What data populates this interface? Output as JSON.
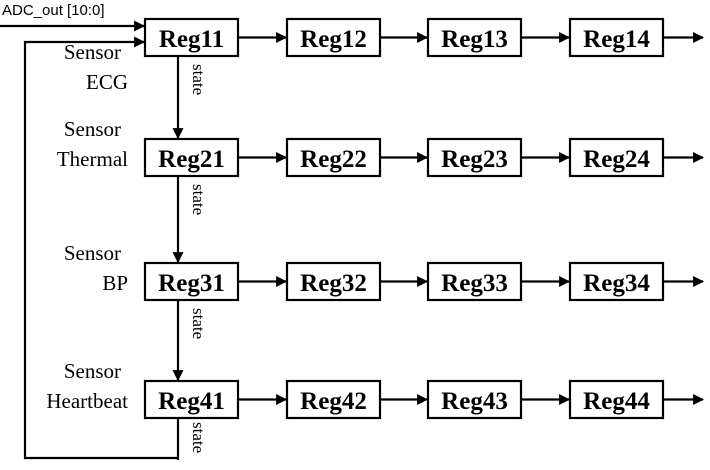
{
  "input_label": "ADC_out [10:0]",
  "state_label": "state",
  "rows": [
    {
      "sensor_line1": "Sensor",
      "sensor_line2": "ECG",
      "regs": [
        "Reg11",
        "Reg12",
        "Reg13",
        "Reg14"
      ]
    },
    {
      "sensor_line1": "Sensor",
      "sensor_line2": "Thermal",
      "regs": [
        "Reg21",
        "Reg22",
        "Reg23",
        "Reg24"
      ]
    },
    {
      "sensor_line1": "Sensor",
      "sensor_line2": "BP",
      "regs": [
        "Reg31",
        "Reg32",
        "Reg33",
        "Reg34"
      ]
    },
    {
      "sensor_line1": "Sensor",
      "sensor_line2": "Heartbeat",
      "regs": [
        "Reg41",
        "Reg42",
        "Reg43",
        "Reg44"
      ]
    }
  ]
}
